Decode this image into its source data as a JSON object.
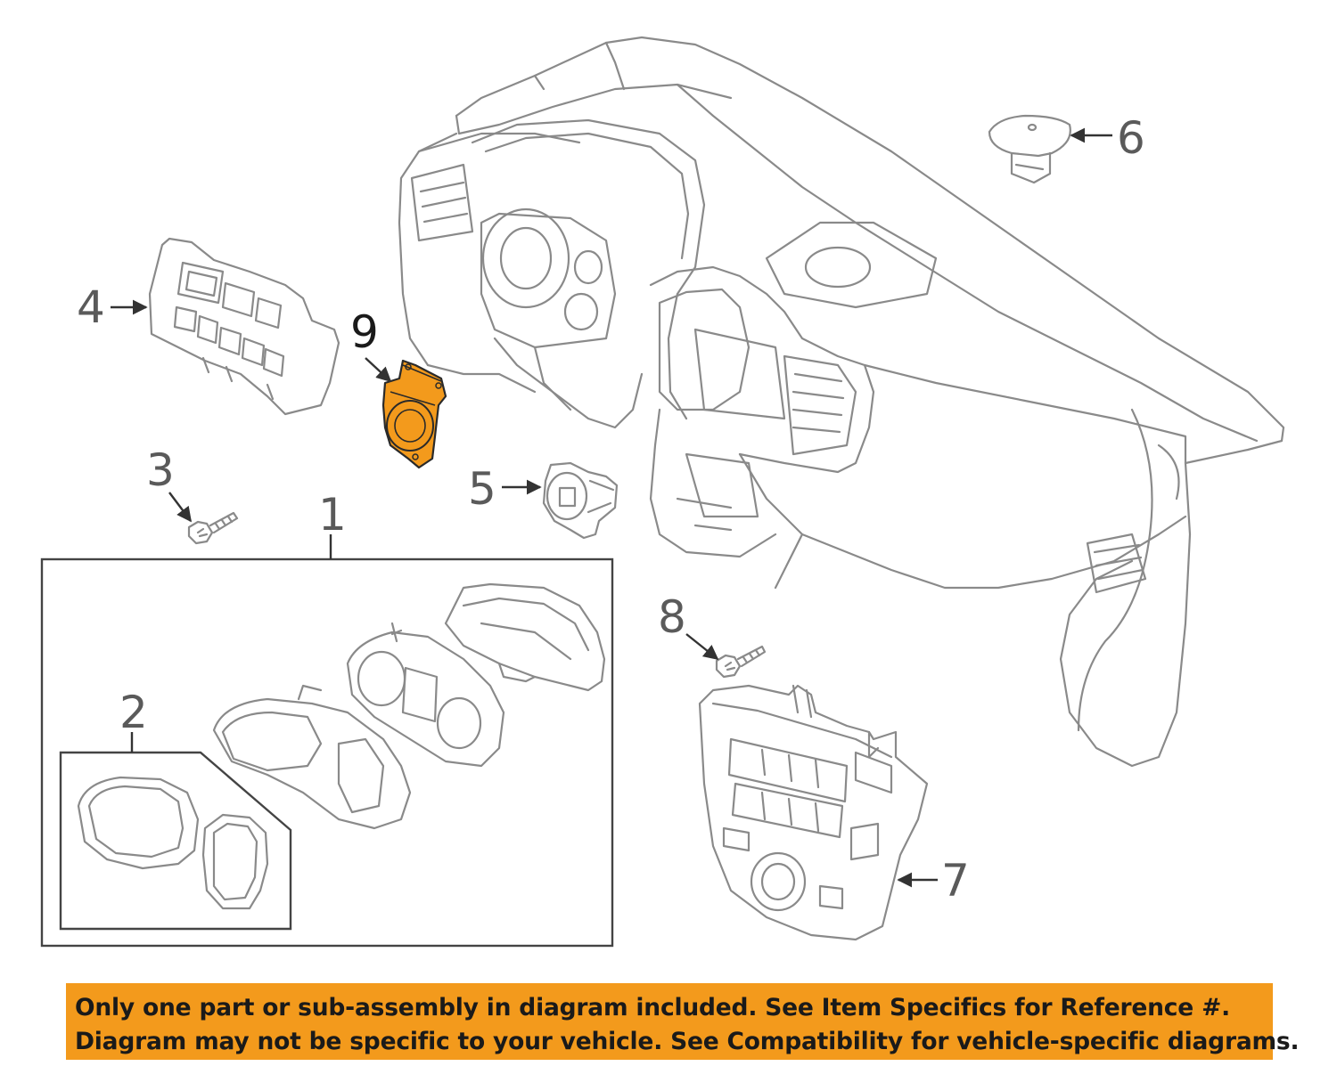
{
  "callouts": {
    "c1": "1",
    "c2": "2",
    "c3": "3",
    "c4": "4",
    "c5": "5",
    "c6": "6",
    "c7": "7",
    "c8": "8",
    "c9": "9"
  },
  "highlight": {
    "part": "9",
    "color": "#f39a1c"
  },
  "banner": {
    "line1": "Only one part or sub-assembly in diagram included. See Item Specifics for Reference #.",
    "line2": "Diagram may not be specific to your vehicle. See Compatibility for vehicle-specific diagrams.",
    "background": "#f39a1c"
  }
}
